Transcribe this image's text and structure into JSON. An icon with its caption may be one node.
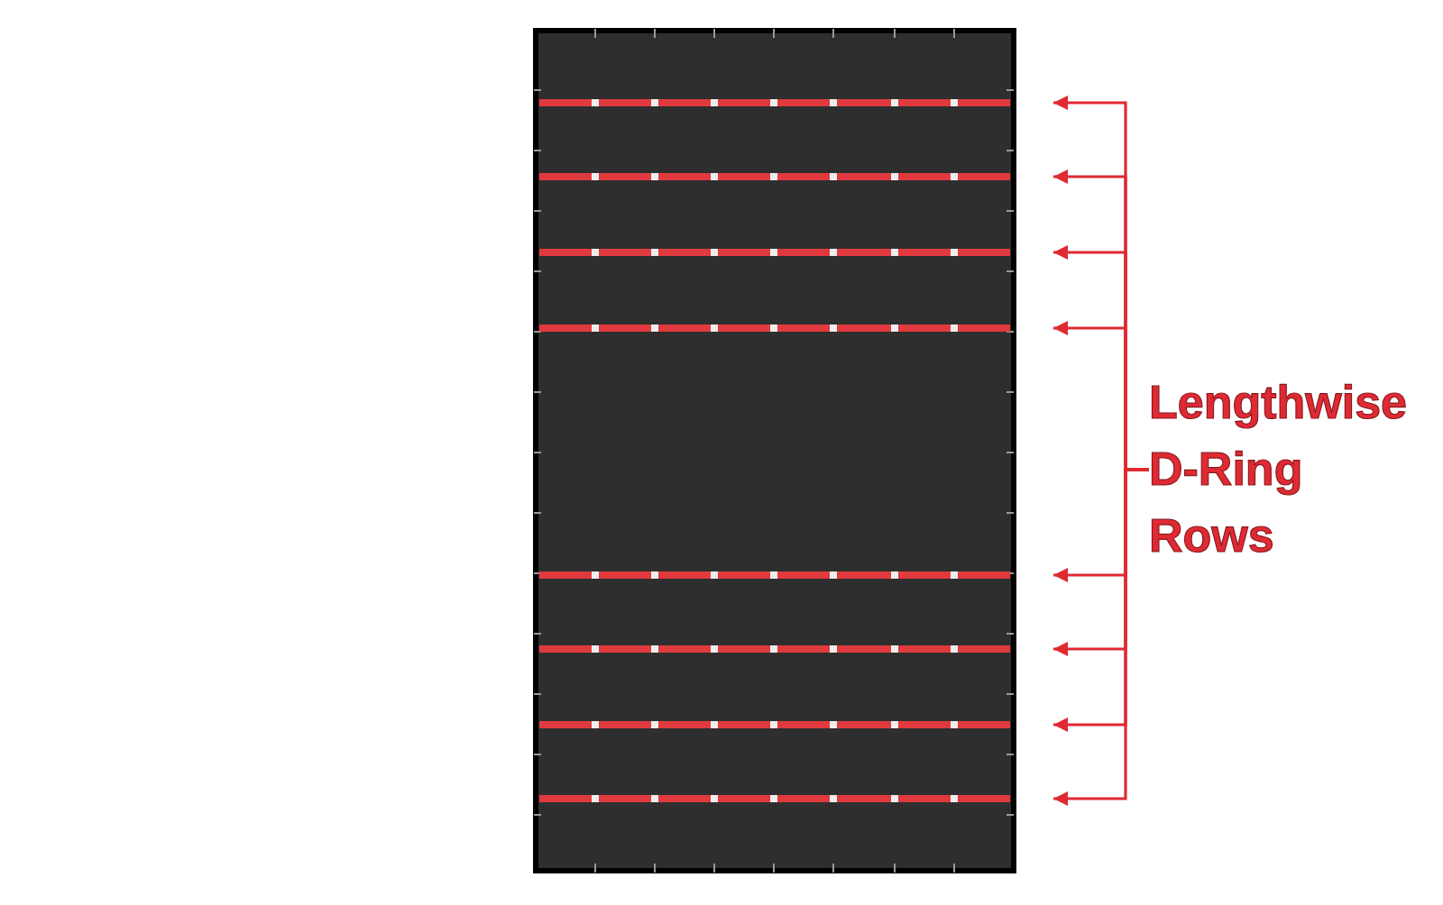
{
  "diagram": {
    "nodes": [
      {
        "text": [
          "Lengthwise D-Ring Rows"
        ]
      },
      {
        "text": [],
        "shape": "bar"
      },
      {
        "text": [],
        "shape": "bar"
      },
      {
        "text": [],
        "shape": "bar"
      },
      {
        "text": [],
        "shape": "bar"
      },
      {
        "text": [],
        "shape": "bar"
      },
      {
        "text": [],
        "shape": "bar"
      },
      {
        "text": [],
        "shape": "bar"
      },
      {
        "text": [],
        "shape": "bar"
      }
    ],
    "edges": [
      {
        "from": 0,
        "to": 1,
        "arrow": "to"
      },
      {
        "from": 0,
        "to": 2,
        "arrow": "to"
      },
      {
        "from": 0,
        "to": 3,
        "arrow": "to"
      },
      {
        "from": 0,
        "to": 4,
        "arrow": "to"
      },
      {
        "from": 0,
        "to": 5,
        "arrow": "to"
      },
      {
        "from": 0,
        "to": 6,
        "arrow": "to"
      },
      {
        "from": 0,
        "to": 7,
        "arrow": "to"
      },
      {
        "from": 0,
        "to": 8,
        "arrow": "to"
      }
    ]
  }
}
